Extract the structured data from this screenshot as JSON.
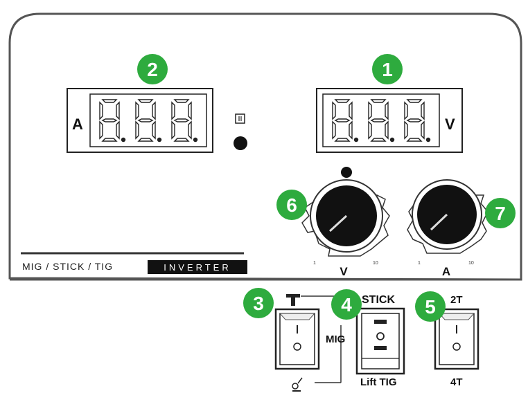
{
  "accent_color": "#2eab3e",
  "panel": {
    "series_text": "MIG / STICK / TIG",
    "inverter_text": "INVERTER"
  },
  "displays": {
    "ammeter": {
      "unit": "A",
      "reading": "8.8.8."
    },
    "voltmeter": {
      "unit": "V",
      "reading": "8.8.8."
    }
  },
  "knobs": {
    "voltage": {
      "label": "V",
      "min_tick": "1",
      "max_tick": "10"
    },
    "current": {
      "label": "A",
      "min_tick": "1",
      "max_tick": "10"
    }
  },
  "switches": {
    "torch_switch": {
      "top_icon": "T-torch-icon",
      "bottom_icon": "spool-gun-icon",
      "symbol_on": "I",
      "symbol_off": "O"
    },
    "mode_switch": {
      "top_label": "STICK",
      "bottom_label": "Lift TIG",
      "side_label": "MIG",
      "symbol_off": "O"
    },
    "trigger_switch": {
      "top_label": "2T",
      "bottom_label": "4T",
      "symbol_on": "I",
      "symbol_off": "O"
    }
  },
  "callouts": [
    "1",
    "2",
    "3",
    "4",
    "5",
    "6",
    "7"
  ]
}
